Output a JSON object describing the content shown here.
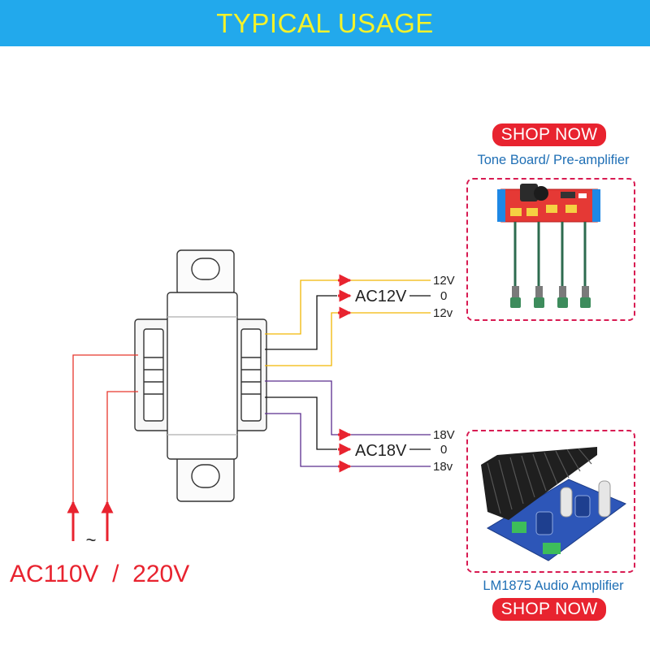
{
  "header": {
    "title": "TYPICAL USAGE"
  },
  "input": {
    "voltage_label": "AC110V  /  220V",
    "ac_symbol": "~"
  },
  "outputs": {
    "ac12": {
      "label": "AC12V",
      "top": "12V",
      "center": "0",
      "bottom": "12v"
    },
    "ac18": {
      "label": "AC18V",
      "top": "18V",
      "center": "0",
      "bottom": "18v"
    }
  },
  "products": {
    "tone_board": {
      "shop_label": "SHOP NOW",
      "name": "Tone Board/ Pre-amplifier"
    },
    "amplifier": {
      "shop_label": "SHOP NOW",
      "name": "LM1875 Audio  Amplifier"
    }
  },
  "colors": {
    "banner": "#22a9ec",
    "title": "#f4f22a",
    "primary_wire": "#e8372c",
    "wire_12v": "#f2b705",
    "wire_18v": "#5b2d8e",
    "center_wire": "#111111",
    "arrow": "#e8232f",
    "button": "#e8232f",
    "product_text": "#1f6fb5",
    "dashed_border": "#d81b52"
  }
}
